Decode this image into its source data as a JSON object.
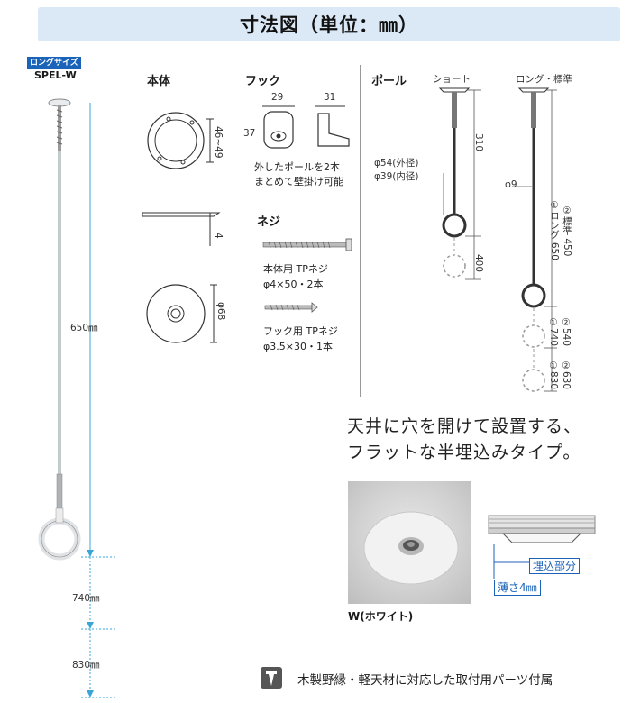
{
  "title": "寸法図（単位：㎜）",
  "badge": "ロングサイズ",
  "model": "SPEL-W",
  "left_dims": {
    "d650": "650㎜",
    "d740": "740㎜",
    "d830": "830㎜"
  },
  "body": {
    "heading": "本体",
    "dim_width": "46~49",
    "dim_thickness": "4",
    "dim_dia": "φ68"
  },
  "hook": {
    "heading": "フック",
    "dim_a": "29",
    "dim_b": "31",
    "dim_h": "37",
    "note_line1": "外したポールを2本",
    "note_line2": "まとめて壁掛け可能"
  },
  "screw": {
    "heading": "ネジ",
    "item1_line1": "本体用 TPネジ",
    "item1_line2": "φ4×50・2本",
    "item2_line1": "フック用 TPネジ",
    "item2_line2": "φ3.5×30・1本"
  },
  "pole": {
    "heading": "ポール",
    "short_label": "ショート",
    "long_label": "ロング・標準",
    "outer": "φ54(外径)",
    "inner": "φ39(内径)",
    "d310": "310",
    "d400": "400",
    "phi9": "φ9",
    "long_v1": "①ロング 650",
    "long_v2": "②標準 450",
    "ext1_v1": "①740",
    "ext1_v2": "②540",
    "ext2_v1": "①830",
    "ext2_v2": "②630"
  },
  "copy_line1": "天井に穴を開けて設置する、",
  "copy_line2": "フラットな半埋込みタイプ。",
  "photo_label": "W(ホワイト)",
  "callout_embed": "埋込部分",
  "callout_thin": "薄さ4㎜",
  "footer": "木製野縁・軽天材に対応した取付用パーツ付属",
  "colors": {
    "accent": "#1b63b8",
    "title_bg": "#dbe9f7",
    "dim_line": "#3aa6d8"
  }
}
